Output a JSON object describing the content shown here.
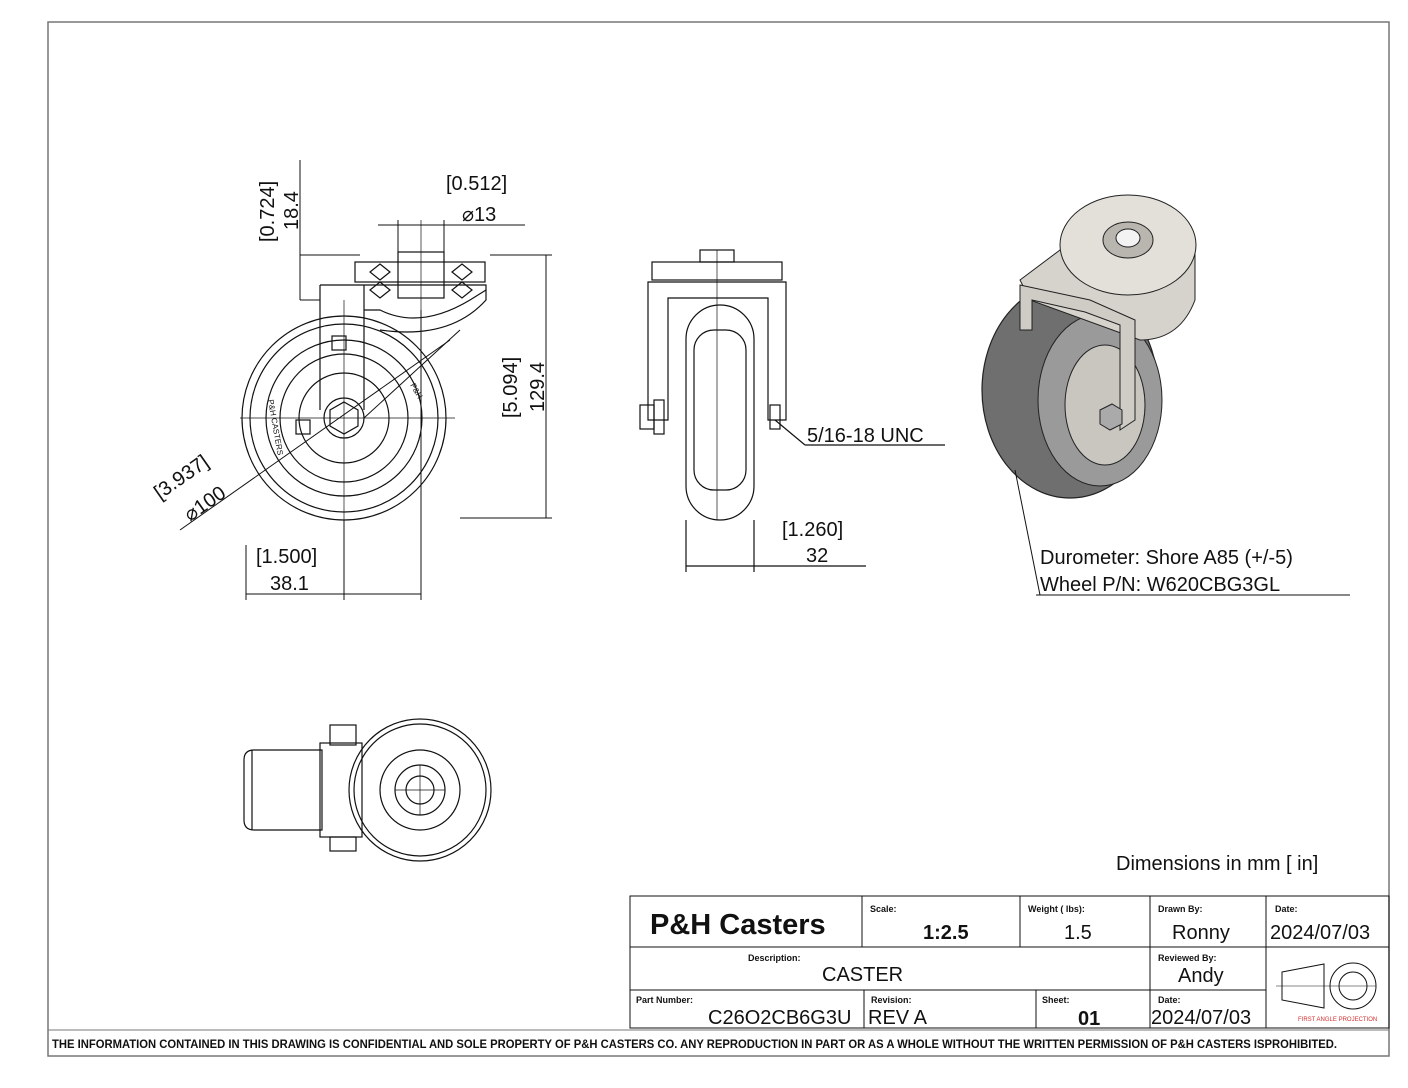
{
  "dimensions": {
    "top_height_in": "[0.724]",
    "top_height_mm": "18.4",
    "stem_dia_in": "[0.512]",
    "stem_dia_mm": "⌀13",
    "overall_height_in": "[5.094]",
    "overall_height_mm": "129.4",
    "wheel_dia_in": "[3.937]",
    "wheel_dia_mm": "⌀100",
    "offset_in": "[1.500]",
    "offset_mm": "38.1",
    "wheel_width_in": "[1.260]",
    "wheel_width_mm": "32",
    "thread": "5/16-18 UNC"
  },
  "notes": {
    "durometer": "Durometer: Shore A85 (+/-5)",
    "wheel_pn": "Wheel P/N: W620CBG3GL",
    "units": "Dimensions in mm [ in]"
  },
  "title_block": {
    "company": "P&H Casters",
    "scale_label": "Scale:",
    "scale": "1:2.5",
    "weight_label": "Weight ( lbs):",
    "weight": "1.5",
    "drawn_label": "Drawn By:",
    "drawn": "Ronny",
    "date_label": "Date:",
    "date": "2024/07/03",
    "desc_label": "Description:",
    "desc": "CASTER",
    "reviewed_label": "Reviewed By:",
    "reviewed": "Andy",
    "part_label": "Part Number:",
    "part": "C26O2CB6G3U",
    "rev_label": "Revision:",
    "rev": "REV A",
    "sheet_label": "Sheet:",
    "sheet": "01",
    "date2_label": "Date:",
    "date2": "2024/07/03",
    "projection": "FIRST ANGLE PROJECTION"
  },
  "footer": "THE INFORMATION CONTAINED IN THIS DRAWING IS CONFIDENTIAL AND SOLE PROPERTY OF P&H CASTERS CO.  ANY REPRODUCTION IN PART OR AS A WHOLE WITHOUT THE WRITTEN PERMISSION OF P&H CASTERS ISPROHIBITED.",
  "colors": {
    "line": "#111111",
    "render_dark": "#6f6f6f",
    "render_light": "#d6d3cc",
    "projection_red": "#d23030"
  }
}
